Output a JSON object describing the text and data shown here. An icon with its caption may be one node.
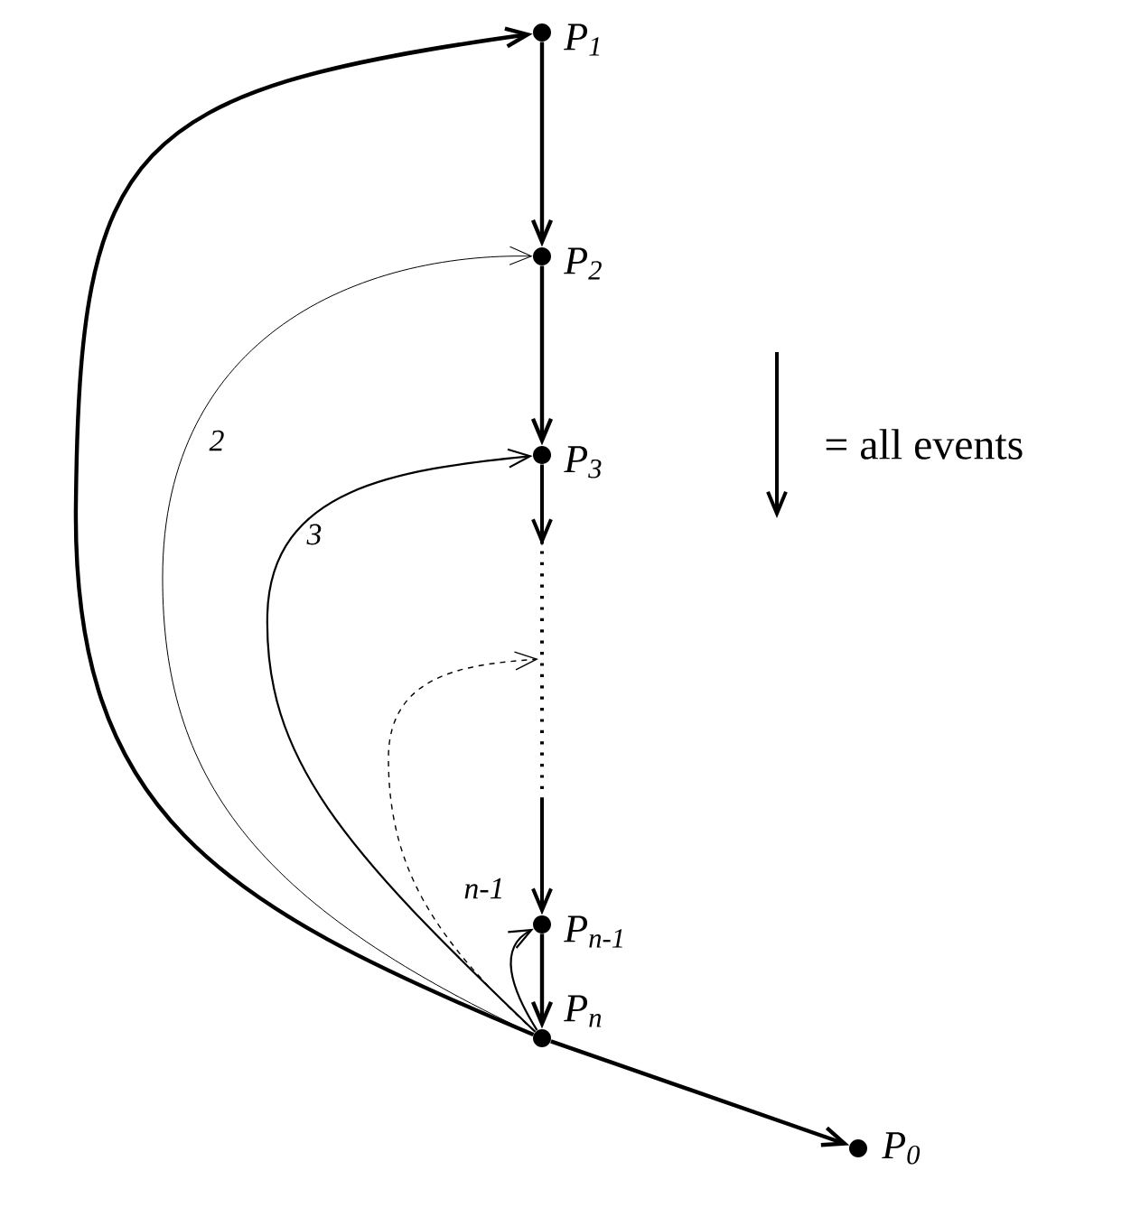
{
  "diagram": {
    "nodes": [
      {
        "text": [],
        "shape": "circle",
        "beside": [
          "P$_{1}$"
        ]
      },
      {
        "text": [],
        "shape": "circle",
        "beside": [
          "P$_{2}$"
        ]
      },
      {
        "text": [],
        "shape": "circle",
        "beside": [
          "P$_{3}$"
        ]
      },
      {
        "text": [],
        "shape": "circle",
        "beside": [
          "P$_{n-1}$"
        ]
      },
      {
        "text": [],
        "shape": "circle",
        "beside": [
          "P$_{n}$"
        ]
      },
      {
        "text": [],
        "shape": "circle",
        "beside": [
          "P$_{0}$"
        ]
      }
    ],
    "edges": [
      {
        "from": 0,
        "to": 1,
        "arrow": "to"
      },
      {
        "from": 1,
        "to": 2,
        "arrow": "to"
      },
      {
        "from": 2,
        "to": 3,
        "arrow": "to",
        "style": "dashed"
      },
      {
        "from": 3,
        "to": 4,
        "arrow": "to"
      },
      {
        "from": 4,
        "to": 5,
        "arrow": "to"
      },
      {
        "from": 4,
        "to": 0,
        "arrow": "to"
      },
      {
        "from": 4,
        "to": 1,
        "arrow": "to",
        "label": "2"
      },
      {
        "from": 4,
        "to": 2,
        "arrow": "to",
        "label": "3"
      },
      {
        "from": 4,
        "to": null,
        "arrow": "to",
        "style": "dashed"
      },
      {
        "from": 4,
        "to": 3,
        "arrow": "to",
        "label": "n-1"
      }
    ],
    "legend": [
      {
        "text": "= all events"
      }
    ]
  }
}
